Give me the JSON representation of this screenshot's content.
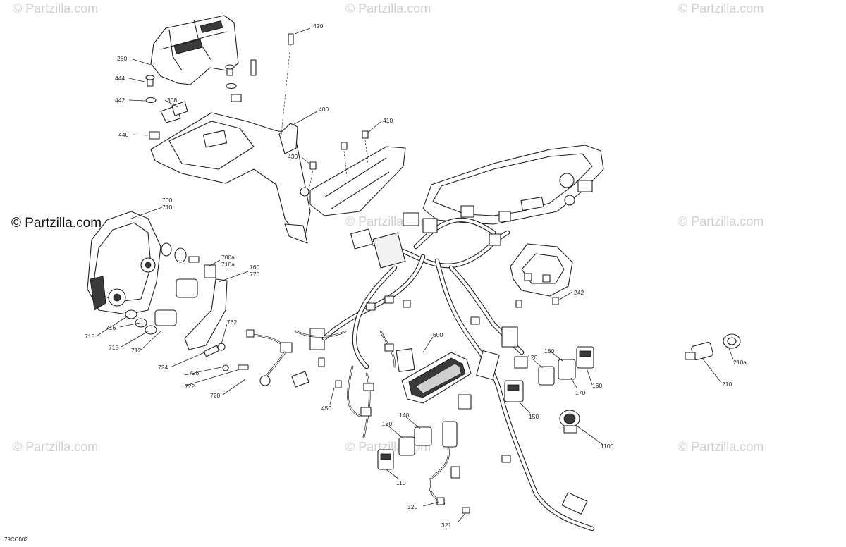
{
  "watermarks": {
    "partzilla": "© Partzilla.com",
    "partzilla_main": "© Partzilla.com"
  },
  "diagram_code": "79CC002",
  "callouts": {
    "c420": "420",
    "c260": "260",
    "c444": "444",
    "c442": "442",
    "c308": "308",
    "c440": "440",
    "c400": "400",
    "c410": "410",
    "c430": "430",
    "c700": "700",
    "c710": "710",
    "c700a": "700a",
    "c710a": "710a",
    "c760": "760",
    "c770": "770",
    "c762": "762",
    "c715a": "715",
    "c716": "716",
    "c715b": "715",
    "c712": "712",
    "c724": "724",
    "c725": "725",
    "c722": "722",
    "c720": "720",
    "c600": "600",
    "c450": "450",
    "c242": "242",
    "c120": "120",
    "c180": "180",
    "c170": "170",
    "c160": "160",
    "c150": "150",
    "c140": "140",
    "c130": "130",
    "c110": "110",
    "c1100": "1100",
    "c210a": "210a",
    "c210": "210",
    "c320": "320",
    "c321": "321"
  }
}
